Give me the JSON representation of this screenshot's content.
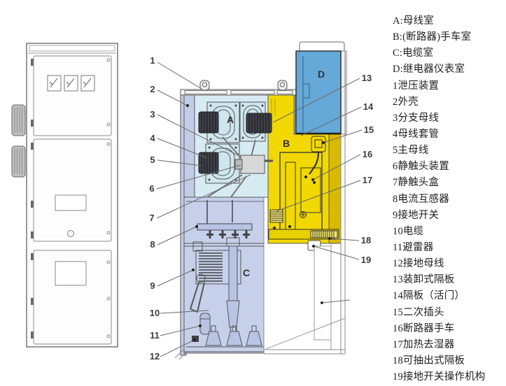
{
  "legend": {
    "items": [
      "A:母线室",
      "B:(断路器)手车室",
      "C:电缆室",
      "D:继电器仪表室",
      "1泄压装置",
      "2外壳",
      "3分支母线",
      "4母线套管",
      "5主母线",
      "6静触头装置",
      "7静触头盒",
      "8电流互感器",
      "9接地开关",
      "10电缆",
      "11避雷器",
      "12接地母线",
      "13装卸式隔板",
      "14隔板（活门）",
      "15二次插头",
      "16断路器手车",
      "17加热去湿器",
      "18可抽出式隔板",
      "19接地开关操作机构"
    ]
  },
  "diagram": {
    "compartments": {
      "a": "A",
      "b": "B",
      "c": "C",
      "d": "D"
    },
    "callouts": [
      "1",
      "2",
      "3",
      "4",
      "5",
      "6",
      "7",
      "8",
      "9",
      "10",
      "11",
      "12",
      "13",
      "14",
      "15",
      "16",
      "17",
      "18",
      "19"
    ]
  },
  "colors": {
    "compartment_a": "#d7ebf3",
    "compartment_b": "#f1d800",
    "compartment_b_edge": "#d9ba00",
    "compartment_b_rail": "#e8cf00",
    "compartment_c": "#c6d0ea",
    "compartment_d": "#64a9d8",
    "shell": "#c2cce8",
    "busbar_dark": "#3f4148",
    "pipe_fill": "#b8c4e4"
  }
}
